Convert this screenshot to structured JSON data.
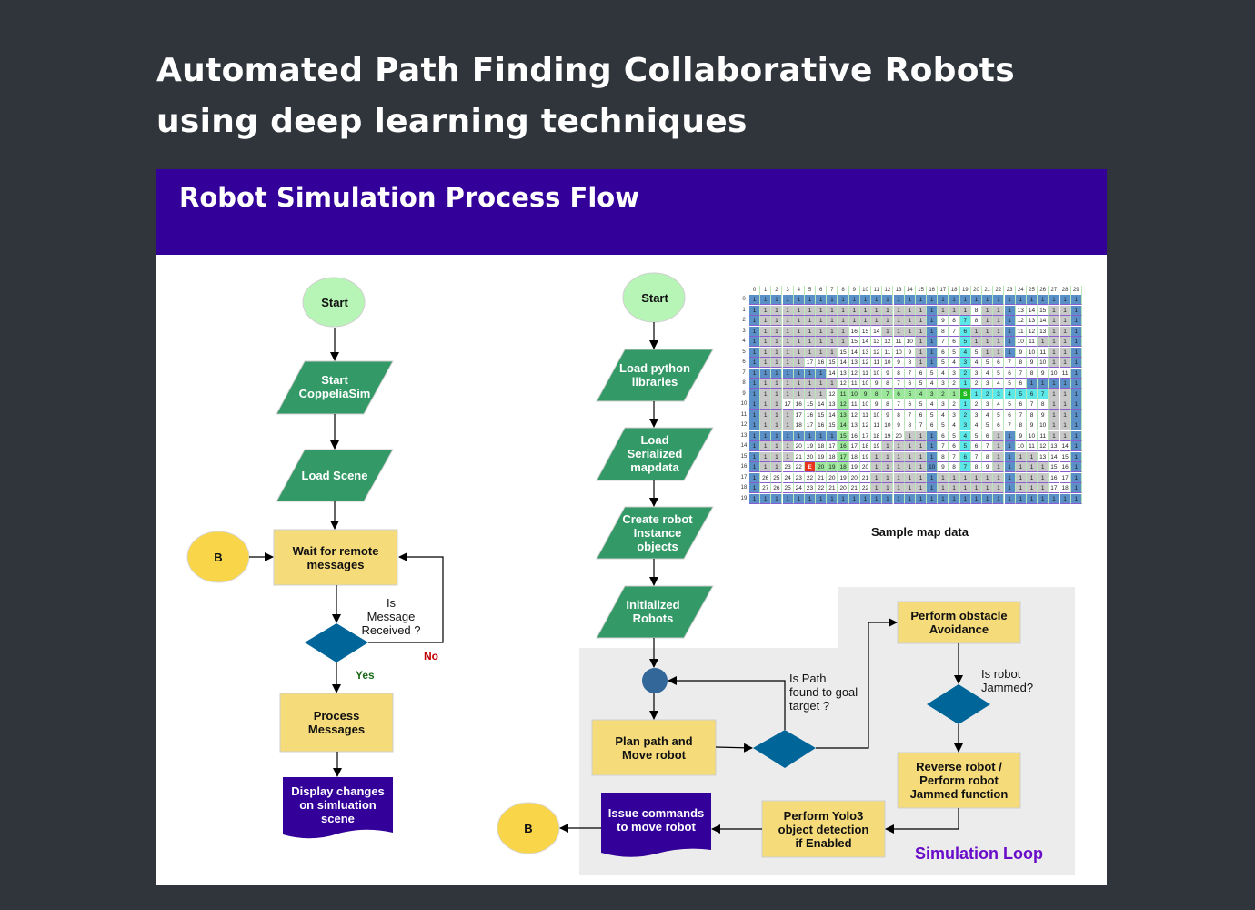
{
  "page": {
    "title_line1": "Automated Path Finding Collaborative Robots",
    "title_line2": "using deep learning techniques"
  },
  "slide": {
    "title": "Robot Simulation Process Flow",
    "header_color": "#330099"
  },
  "colors": {
    "start_fill": "#b7f5b7",
    "io_fill": "#339966",
    "process_fill": "#f5db7a",
    "decision_fill": "#006699",
    "document_fill": "#330099",
    "connector_fill": "#f9d54a",
    "junction_fill": "#336699",
    "loop_bg": "#ececec",
    "loop_label": "#6a0dc8",
    "yes_color": "#1a6b1a",
    "no_color": "#c00000"
  },
  "left_flow": {
    "start": "Start",
    "start_sim": "Start\nCoppeliaSim",
    "load_scene": "Load Scene",
    "connector_b": "B",
    "wait": "Wait for remote\nmessages",
    "decision_label": "Is\nMessage\nReceived ?",
    "yes": "Yes",
    "no": "No",
    "process": "Process\nMessages",
    "display": "Display changes\non simluation\nscene"
  },
  "right_flow": {
    "start": "Start",
    "load_libs": "Load python\nlibraries",
    "load_map": "Load\nSerialized\nmapdata",
    "create_robots": "Create robot\nInstance\nobjects",
    "init_robots": "Initialized\nRobots",
    "plan_path": "Plan path and\nMove robot",
    "path_decision_label": "Is Path\nfound to goal\ntarget ?",
    "obstacle": "Perform obstacle\nAvoidance",
    "jam_decision_label": "Is  robot\nJammed?",
    "reverse": "Reverse robot /\nPerform robot\nJammed function",
    "yolo": "Perform Yolo3\nobject detection\nif Enabled",
    "issue_cmds": "Issue commands\nto move robot",
    "connector_b": "B",
    "loop_title": "Simulation Loop"
  },
  "map": {
    "caption": "Sample map data",
    "col_headers": [
      "0",
      "1",
      "2",
      "3",
      "4",
      "5",
      "6",
      "7",
      "8",
      "9",
      "10",
      "11",
      "12",
      "13",
      "14",
      "15",
      "16",
      "17",
      "18",
      "19",
      "20",
      "21",
      "22",
      "23",
      "24",
      "25",
      "26",
      "27",
      "28",
      "29"
    ],
    "row_headers": [
      "0",
      "1",
      "2",
      "3",
      "4",
      "5",
      "6",
      "7",
      "8",
      "9",
      "10",
      "11",
      "12",
      "13",
      "14",
      "15",
      "16",
      "17",
      "18",
      "19"
    ],
    "legend": {
      "B": "#5b8fc7",
      "G": "#c8c8c8",
      "W": "#ffffff",
      "L": "#9be89b",
      "C": "#5ce8e8",
      "S": "#22bb22",
      "E": "#e8341a"
    },
    "rows": [
      {
        "v": "1 1 1 1 1 1 1 1 1 1 1 1 1 1 1 1 1 1 1 1 1 1 1 1 1 1 1 1 1 1",
        "c": "BBBBBBBBBBBBBBBBBBBBBBBBBBBBBB"
      },
      {
        "v": "1 1 1 1 1 1 1 1 1 1 1 1 1 1 1 1 1 1 1 1 8 1 1 1 13 14 15 1 1 1",
        "c": "BGGGGGGGGGGGGGGGBGGGWGGBWWWGGB"
      },
      {
        "v": "1 1 1 1 1 1 1 1 1 1 1 1 1 1 1 1 1 9 8 7 8 1 1 1 12 13 14 1 1 1",
        "c": "BGGGGGGGGGGGGGGGBWWCWGGBWWWGGB"
      },
      {
        "v": "1 1 1 1 1 1 1 1 1 16 15 14 1 1 1 1 1 8 7 6 1 1 1 1 11 12 13 1 1 1",
        "c": "BGGGGGGGGWWWGGGGBWWCGGGBWWWGGB"
      },
      {
        "v": "1 1 1 1 1 1 1 1 1 15 14 13 12 11 10 1 1 7 6 5 1 1 1 1 10 11 1 1 1 1",
        "c": "BGGGGGGGGWWWWWWGBWWCGGGBWWGGGB"
      },
      {
        "v": "1 1 1 1 1 1 1 1 15 14 13 12 11 10 9 1 1 6 5 4 5 1 1 1 9 10 11 1 1 1",
        "c": "BGGGGGGGWWWWWWWGBWWCWGGBWWWGGB"
      },
      {
        "v": "1 1 1 1 1 17 16 15 14 13 12 11 10 9 8 1 1 5 4 3 4 5 6 7 8 9 10 1 1 1",
        "c": "BGGGGWWWWWWWWWWGBWWCWWWWWWWGGB"
      },
      {
        "v": "1 1 1 1 1 1 1 14 13 12 11 10 9 8 7 6 5 4 3 2 3 4 5 6 7 8 9 10 11 1",
        "c": "BBBBBBBWWWWWWWWWWWWCWWWWWWWWWB"
      },
      {
        "v": "1 1 1 1 1 1 1 1 12 11 10 9 8 7 6 5 4 3 2 1 2 3 4 5 6 1 1 1 1 1",
        "c": "BGGGGGGGWWWWWWWWWWWCWWWWWBBBBB"
      },
      {
        "v": "1 1 1 1 1 1 1 12 11 10 9 8 7 6 5 4 3 2 1 S 1 2 3 4 5 6 7 1 1 1",
        "c": "BGGGGGGWLLLLLLLLLLLSCCCCCCCGGB"
      },
      {
        "v": "1 1 1 17 16 15 14 13 12 11 10 9 8 7 6 5 4 3 2 1 2 3 4 5 6 7 8 1 1 1",
        "c": "BGGWWWWWLWWWWWWWWWWCWWWWWWWGGB"
      },
      {
        "v": "1 1 1 1 17 16 15 14 13 12 11 10 9 8 7 6 5 4 3 2 3 4 5 6 7 8 9 1 1 1",
        "c": "BGGGWWWWLWWWWWWWWWWCWWWWWWWGGB"
      },
      {
        "v": "1 1 1 1 18 17 16 15 14 13 12 11 10 9 8 7 6 5 4 3 4 5 6 7 8 9 10 1 1 1",
        "c": "BGGGWWWWLWWWWWWWWWWCWWWWWWWGGB"
      },
      {
        "v": "1 1 1 1 1 1 1 1 15 16 17 18 19 20 1 1 1 6 5 4 5 6 1 1 9 10 11 1 1 1",
        "c": "BBBBBBBBLWWWWWGGBWWCWWGBWWWGGB"
      },
      {
        "v": "1 1 1 1 20 19 18 17 16 17 18 19 1 1 1 1 1 7 6 5 6 7 1 1 10 11 12 13 14 1",
        "c": "BGGGWWWWLWWWGGGGBWWCWWGBWWWWWB"
      },
      {
        "v": "1 1 1 1 21 20 19 18 17 18 19 1 1 1 1 1 1 8 7 6 7 8 1 1 1 1 13 14 15 1",
        "c": "BGGGWWWWLWWGGGGGBWWCWWGBGGWWWB"
      },
      {
        "v": "1 1 1 23 22 E 20 19 18 19 20 1 1 1 1 1 10 9 8 7 8 9 1 1 1 1 1 15 16 1",
        "c": "BGGWWELLLWWGGGGGBWWCWWGBGGGWWB"
      },
      {
        "v": "1 26 25 24 23 22 21 20 19 20 21 1 1 1 1 1 1 1 1 1 1 1 1 1 1 1 1 16 17 1",
        "c": "BWWWWWWWWWWGGGGGBGGGGGGBGGGWWB"
      },
      {
        "v": "1 27 26 25 24 23 22 21 20 21 22 1 1 1 1 1 1 1 1 1 1 1 1 1 1 1 1 17 18 1",
        "c": "BWWWWWWWWWWGGGGGBGGGGGGBGGGWWB"
      },
      {
        "v": "1 1 1 1 1 1 1 1 1 1 1 1 1 1 1 1 1 1 1 1 1 1 1 1 1 1 1 1 1 1",
        "c": "BBBBBBBBBBBBBBBBBBBBBBBBBBBBBB"
      }
    ]
  }
}
